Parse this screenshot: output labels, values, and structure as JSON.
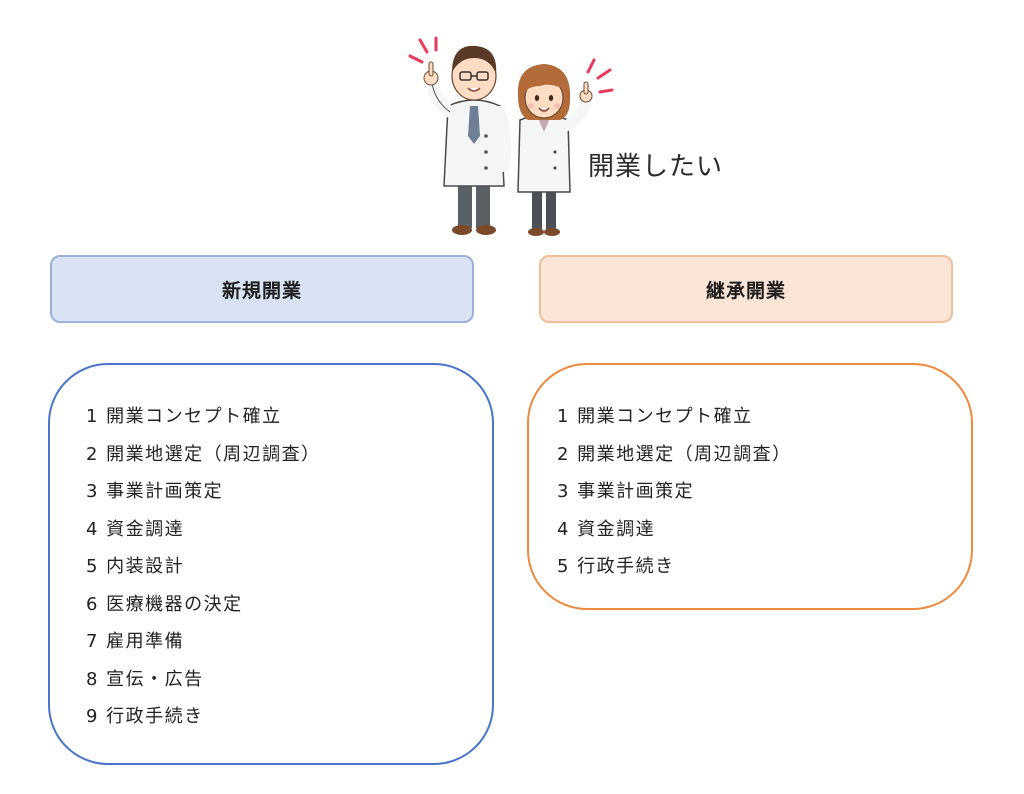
{
  "caption": "開業したい",
  "left": {
    "title": "新規開業",
    "items": [
      "1 開業コンセプト確立",
      "2 開業地選定（周辺調査）",
      "3 事業計画策定",
      "4 資金調達",
      "5 内装設計",
      "6 医療機器の決定",
      "7 雇用準備",
      "8 宣伝・広告",
      "9 行政手続き"
    ]
  },
  "right": {
    "title": "継承開業",
    "items": [
      "1 開業コンセプト確立",
      "2 開業地選定（周辺調査）",
      "3 事業計画策定",
      "4 資金調達",
      "5 行政手続き"
    ]
  },
  "colors": {
    "left_fill": "#dae3f3",
    "left_border": "#4a74c9",
    "right_fill": "#fbe5d6",
    "right_border": "#ed8a3d"
  }
}
